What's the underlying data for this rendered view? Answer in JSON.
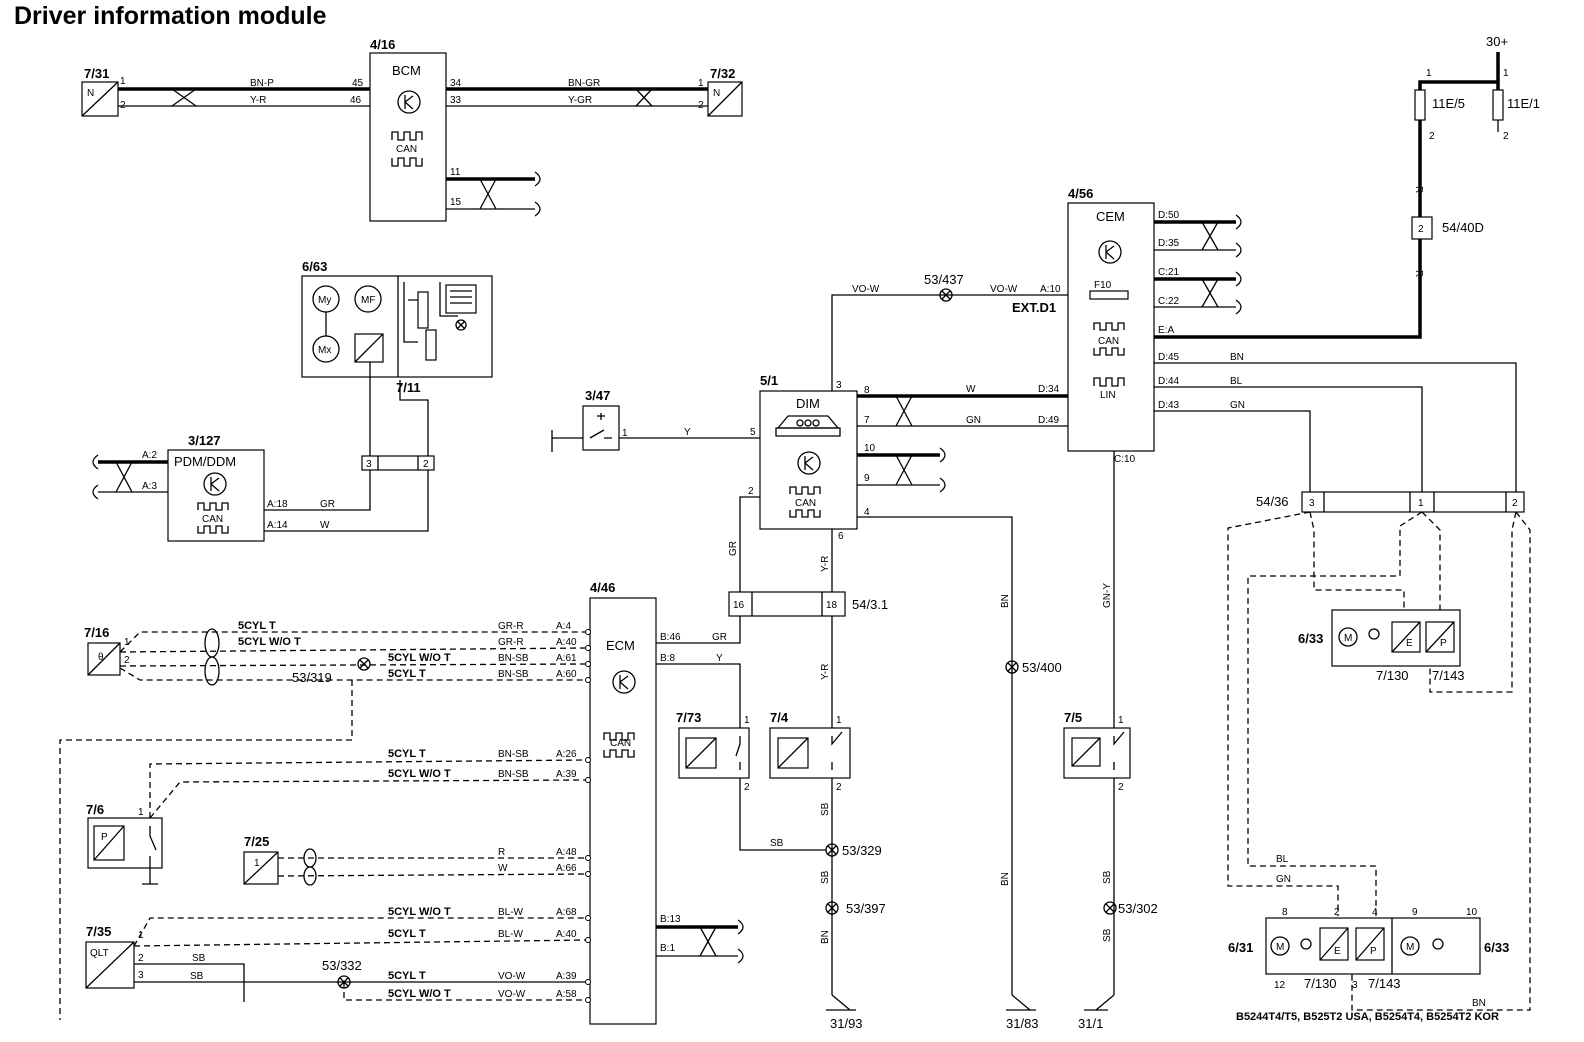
{
  "title": "Driver information module",
  "components": {
    "c_7_31": {
      "id": "7/31",
      "letter": "N"
    },
    "c_7_32": {
      "id": "7/32",
      "letter": "N"
    },
    "bcm": {
      "id": "4/16",
      "name": "BCM",
      "can": "CAN"
    },
    "cem": {
      "id": "4/56",
      "name": "CEM",
      "fuse": "F10",
      "ext": "EXT.D1",
      "can": "CAN",
      "lin": "LIN"
    },
    "dim": {
      "id": "5/1",
      "name": "DIM",
      "can": "CAN"
    },
    "pdm": {
      "id": "3/127",
      "name": "PDM/DDM",
      "can": "CAN"
    },
    "c_6_63": {
      "id": "6/63",
      "sub": "7/11"
    },
    "c_3_47": {
      "id": "3/47"
    },
    "ecm": {
      "id": "4/46",
      "name": "ECM",
      "can": "CAN"
    },
    "c_7_16": {
      "id": "7/16"
    },
    "c_7_6": {
      "id": "7/6",
      "letter": "P"
    },
    "c_7_25": {
      "id": "7/25"
    },
    "c_7_35": {
      "id": "7/35",
      "letter": "QLT"
    },
    "c_7_73": {
      "id": "7/73"
    },
    "c_7_4": {
      "id": "7/4"
    },
    "c_7_5": {
      "id": "7/5"
    },
    "c_6_33a": {
      "id": "6/33",
      "sub1": "7/130",
      "sub2": "7/143"
    },
    "c_6_31": {
      "id": "6/31",
      "sub1": "7/130",
      "sub2": "7/143",
      "right": "6/33"
    },
    "fuse1": {
      "id": "11E/5"
    },
    "fuse2": {
      "id": "11E/1"
    },
    "power": "30+",
    "conn_54_40d": {
      "id": "54/40D",
      "pin": "2"
    },
    "conn_54_36": {
      "id": "54/36",
      "pins": [
        "3",
        "1",
        "2"
      ]
    },
    "conn_54_3_1": {
      "id": "54/3.1",
      "pins": [
        "16",
        "18"
      ]
    },
    "conn_7_11": {
      "pins": [
        "3",
        "2"
      ]
    }
  },
  "wires": {
    "bn_p": "BN-P",
    "y_r": "Y-R",
    "bn_gr": "BN-GR",
    "y_gr": "Y-GR",
    "vo_w1": "VO-W",
    "vo_w2": "VO-W",
    "w_dim": "W",
    "gn_dim": "GN",
    "bn": "BN",
    "bl": "BL",
    "gn": "GN",
    "y": "Y",
    "gr": "GR",
    "w": "W",
    "gr_v": "GR",
    "y_r_v": "Y-R",
    "y_r_v2": "Y-R",
    "bn_v": "BN",
    "bn_v2": "BN",
    "gn_y": "GN-Y",
    "r1": "R",
    "r2": "R",
    "gr_ecm": "GR",
    "y_ecm": "Y",
    "sb1": "SB",
    "sb2": "SB",
    "sb3": "SB",
    "sb4": "SB",
    "sb5": "SB",
    "sb6": "SB",
    "bn_low": "BN",
    "bl_low": "BL",
    "gn_low": "GN",
    "bn_bot": "BN"
  },
  "ecm_rows": [
    {
      "variant": "5CYL T",
      "wire": "GR-R",
      "pin": "A:4"
    },
    {
      "variant": "5CYL W/O T",
      "wire": "GR-R",
      "pin": "A:40"
    },
    {
      "variant": "5CYL W/O T",
      "wire": "BN-SB",
      "pin": "A:61"
    },
    {
      "variant": "5CYL T",
      "wire": "BN-SB",
      "pin": "A:60"
    },
    {
      "variant": "5CYL T",
      "wire": "BN-SB",
      "pin": "A:26"
    },
    {
      "variant": "5CYL W/O T",
      "wire": "BN-SB",
      "pin": "A:39"
    },
    {
      "variant": "",
      "wire": "R",
      "pin": "A:48"
    },
    {
      "variant": "",
      "wire": "W",
      "pin": "A:66"
    },
    {
      "variant": "5CYL W/O T",
      "wire": "BL-W",
      "pin": "A:68"
    },
    {
      "variant": "5CYL T",
      "wire": "BL-W",
      "pin": "A:40"
    },
    {
      "variant": "5CYL T",
      "wire": "VO-W",
      "pin": "A:39"
    },
    {
      "variant": "5CYL W/O T",
      "wire": "VO-W",
      "pin": "A:58"
    }
  ],
  "ecm_right_pins": [
    "B:46",
    "B:8",
    "B:13",
    "B:1"
  ],
  "splices": [
    "53/437",
    "53/319",
    "53/400",
    "53/329",
    "53/397",
    "53/302",
    "53/332"
  ],
  "grounds": [
    "31/93",
    "31/83",
    "31/1"
  ],
  "pins": {
    "bcm_45": "45",
    "bcm_46": "46",
    "bcm_34": "34",
    "bcm_33": "33",
    "bcm_11": "11",
    "bcm_15": "15",
    "p1": "1",
    "p2": "2",
    "cem_d50": "D:50",
    "cem_d35": "D:35",
    "cem_c21": "C:21",
    "cem_c22": "C:22",
    "cem_a10": "A:10",
    "cem_ea": "E:A",
    "cem_d45": "D:45",
    "cem_d44": "D:44",
    "cem_d43": "D:43",
    "cem_d34": "D:34",
    "cem_d49": "D:49",
    "cem_c10": "C:10",
    "dim_3": "3",
    "dim_8": "8",
    "dim_7": "7",
    "dim_10": "10",
    "dim_9": "9",
    "dim_5": "5",
    "dim_2": "2",
    "dim_4": "4",
    "dim_6": "6",
    "pdm_a2": "A:2",
    "pdm_a3": "A:3",
    "pdm_a18": "A:18",
    "pdm_a14": "A:14",
    "m_8": "8",
    "m_2": "2",
    "m_4": "4",
    "m_9": "9",
    "m_10": "10",
    "m_12": "12",
    "m_3": "3"
  },
  "footnote": "B5244T4/T5, B525T2 USA, B5254T4, B5254T2 KOR"
}
